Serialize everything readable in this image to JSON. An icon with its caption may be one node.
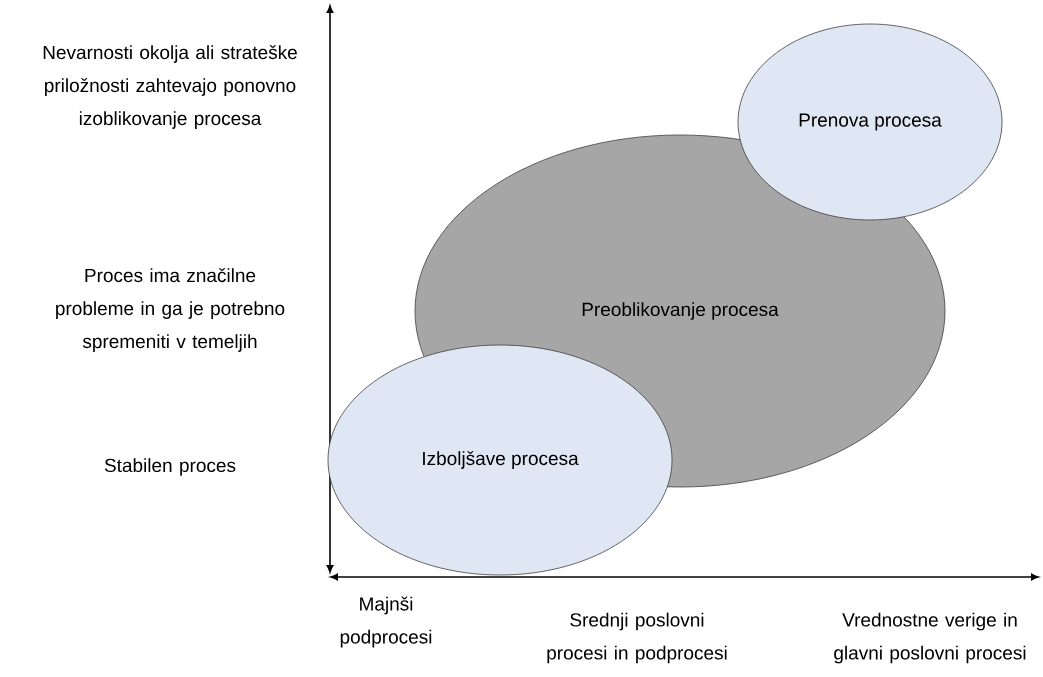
{
  "diagram": {
    "nodes": [
      {
        "text": [
          "Prenova procesa"
        ]
      },
      {
        "text": [
          "Preoblikovanje procesa"
        ]
      },
      {
        "text": [
          "Izboljšave procesa"
        ]
      }
    ],
    "labels": [
      "Nevarnosti okolja ali strateške priložnosti zahtevajo ponovno izoblikovanje procesa",
      "Proces ima značilne probleme in ga je potrebno spremeniti v temeljih",
      "Stabilen proces",
      "Majnši podprocesi",
      "Srednji poslovni procesi in podprocesi",
      "Vrednostne verige in glavni poslovni procesi"
    ]
  }
}
